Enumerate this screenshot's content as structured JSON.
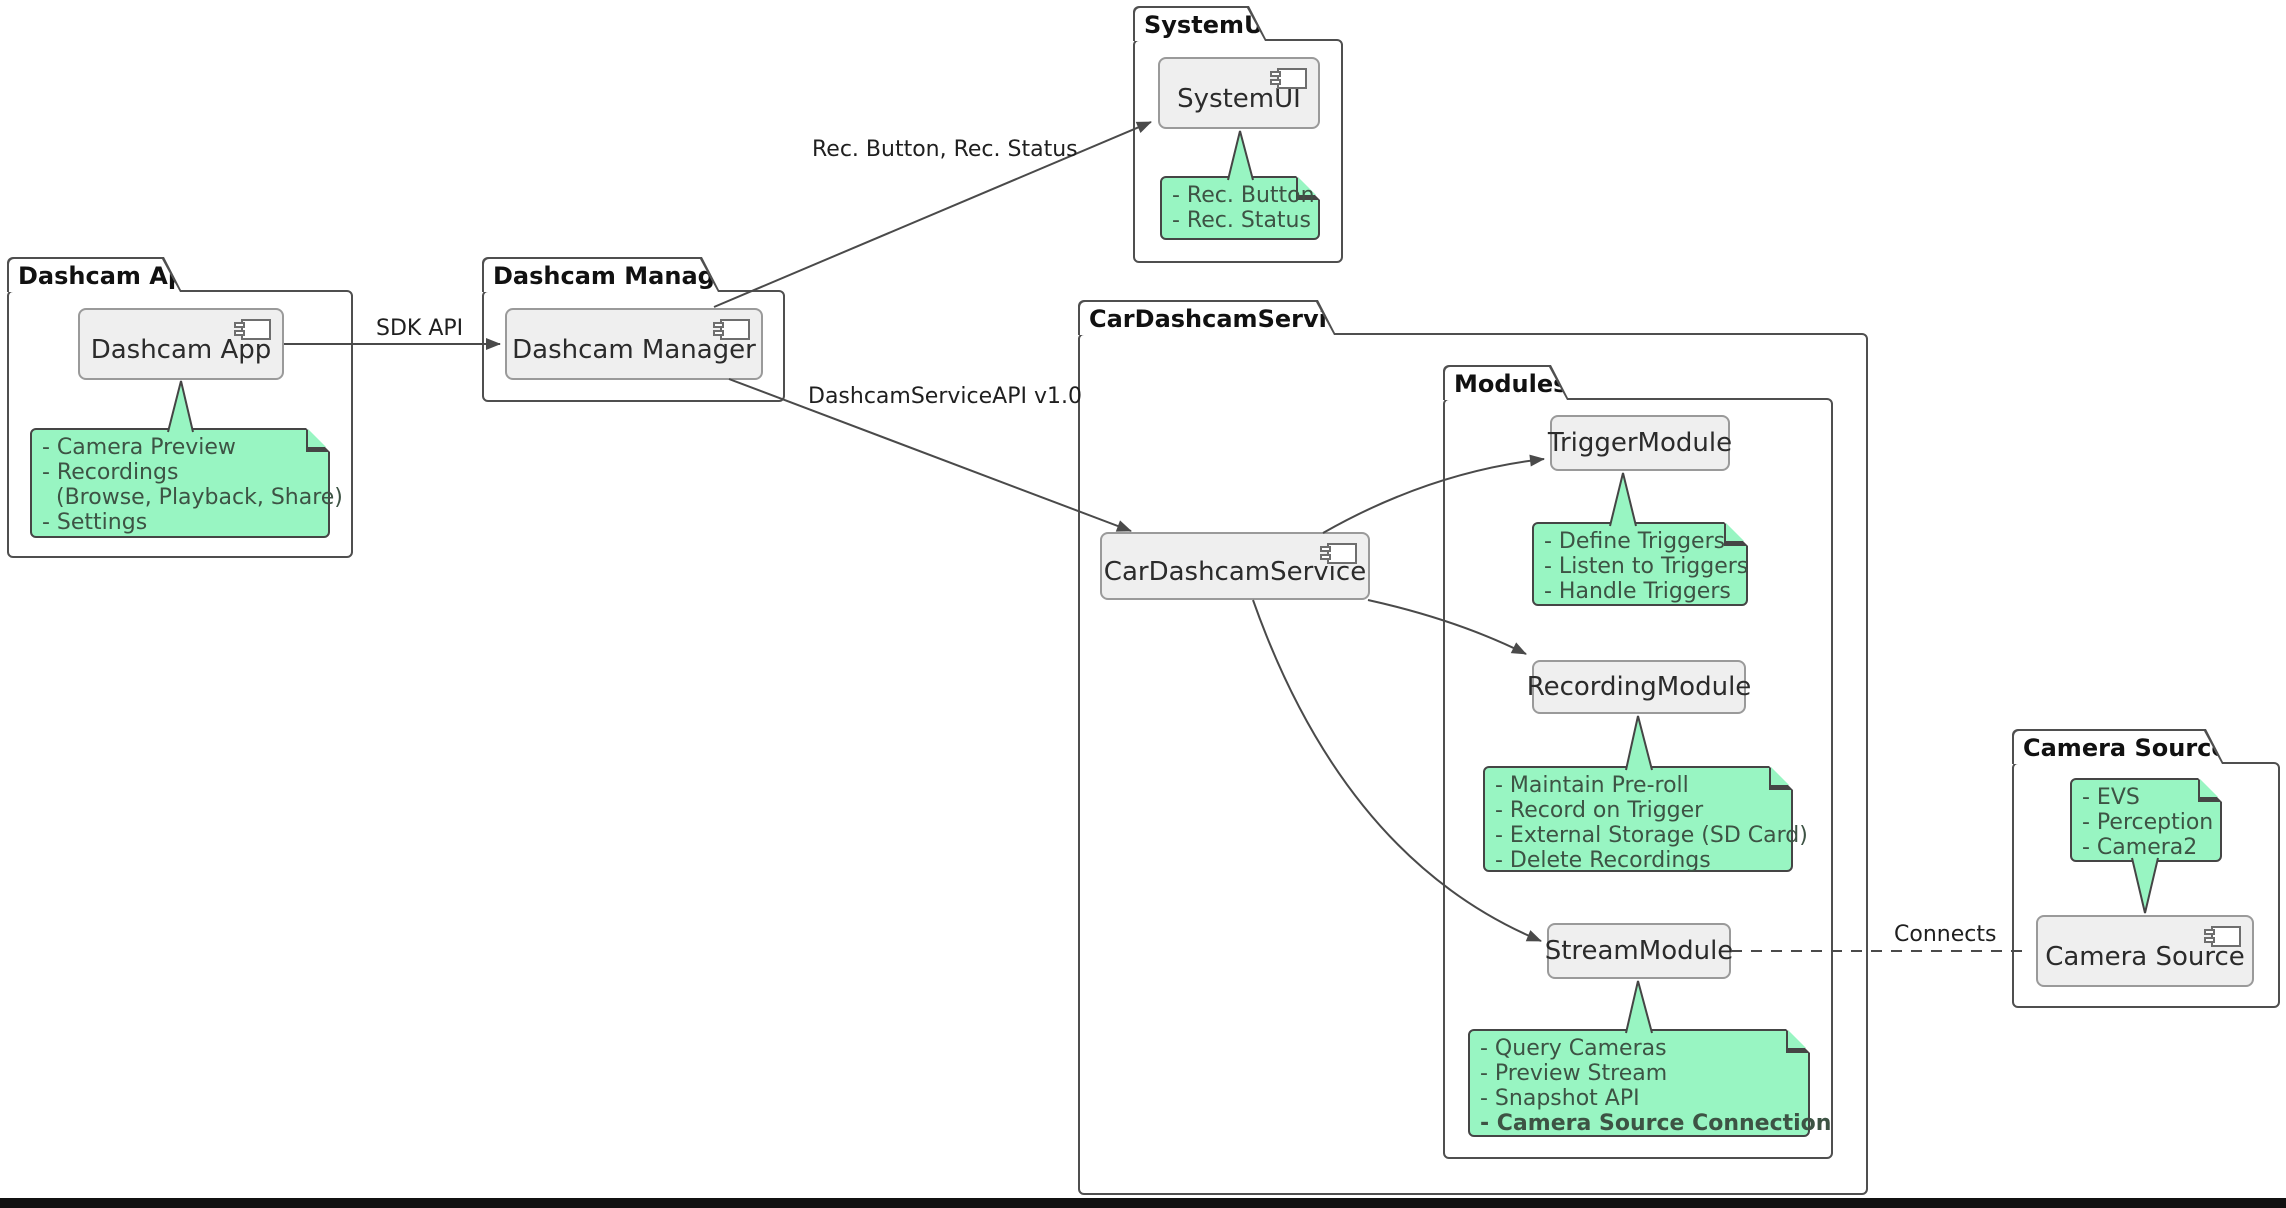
{
  "packages": {
    "dashcam_app": {
      "title": "Dashcam App"
    },
    "dashcam_manager": {
      "title": "Dashcam Manager"
    },
    "systemui": {
      "title": "SystemUI"
    },
    "cardashcamservice": {
      "title": "CarDashcamService"
    },
    "modules": {
      "title": "Modules"
    },
    "camera_source": {
      "title": "Camera Source"
    }
  },
  "components": {
    "dashcam_app": "Dashcam App",
    "dashcam_manager": "Dashcam Manager",
    "systemui": "SystemUI",
    "cardashcamservice": "CarDashcamService",
    "trigger_module": "TriggerModule",
    "recording_module": "RecordingModule",
    "stream_module": "StreamModule",
    "camera_source": "Camera Source"
  },
  "notes": {
    "dashcam_app": {
      "lines": [
        "- Camera Preview",
        "- Recordings",
        "(Browse, Playback, Share)",
        "- Settings"
      ]
    },
    "systemui": {
      "lines": [
        "- Rec. Button",
        "- Rec. Status"
      ]
    },
    "trigger": {
      "lines": [
        "- Define Triggers",
        "- Listen to Triggers",
        "- Handle Triggers"
      ]
    },
    "recording": {
      "lines": [
        "- Maintain Pre-roll",
        "- Record on Trigger",
        "- External Storage (SD Card)",
        "- Delete Recordings"
      ]
    },
    "stream": {
      "lines": [
        "- Query Cameras",
        "- Preview Stream",
        "- Snapshot API",
        "- Camera Source Connection"
      ]
    },
    "camera_source": {
      "lines": [
        "- EVS",
        "- Perception",
        "- Camera2"
      ]
    }
  },
  "edges": {
    "sdk_api": "SDK API",
    "rec_status": "Rec. Button, Rec. Status",
    "service_api": "DashcamServiceAPI v1.0",
    "connects": "Connects"
  },
  "colors": {
    "note_fill": "#98f5c2",
    "note_border": "#454545",
    "note_text": "#3d5344",
    "component_fill": "#efefef",
    "component_border": "#9a9a9a",
    "package_border": "#4f4f4f",
    "arrow": "#4a4a4a",
    "bottom_bar": "#111111"
  }
}
